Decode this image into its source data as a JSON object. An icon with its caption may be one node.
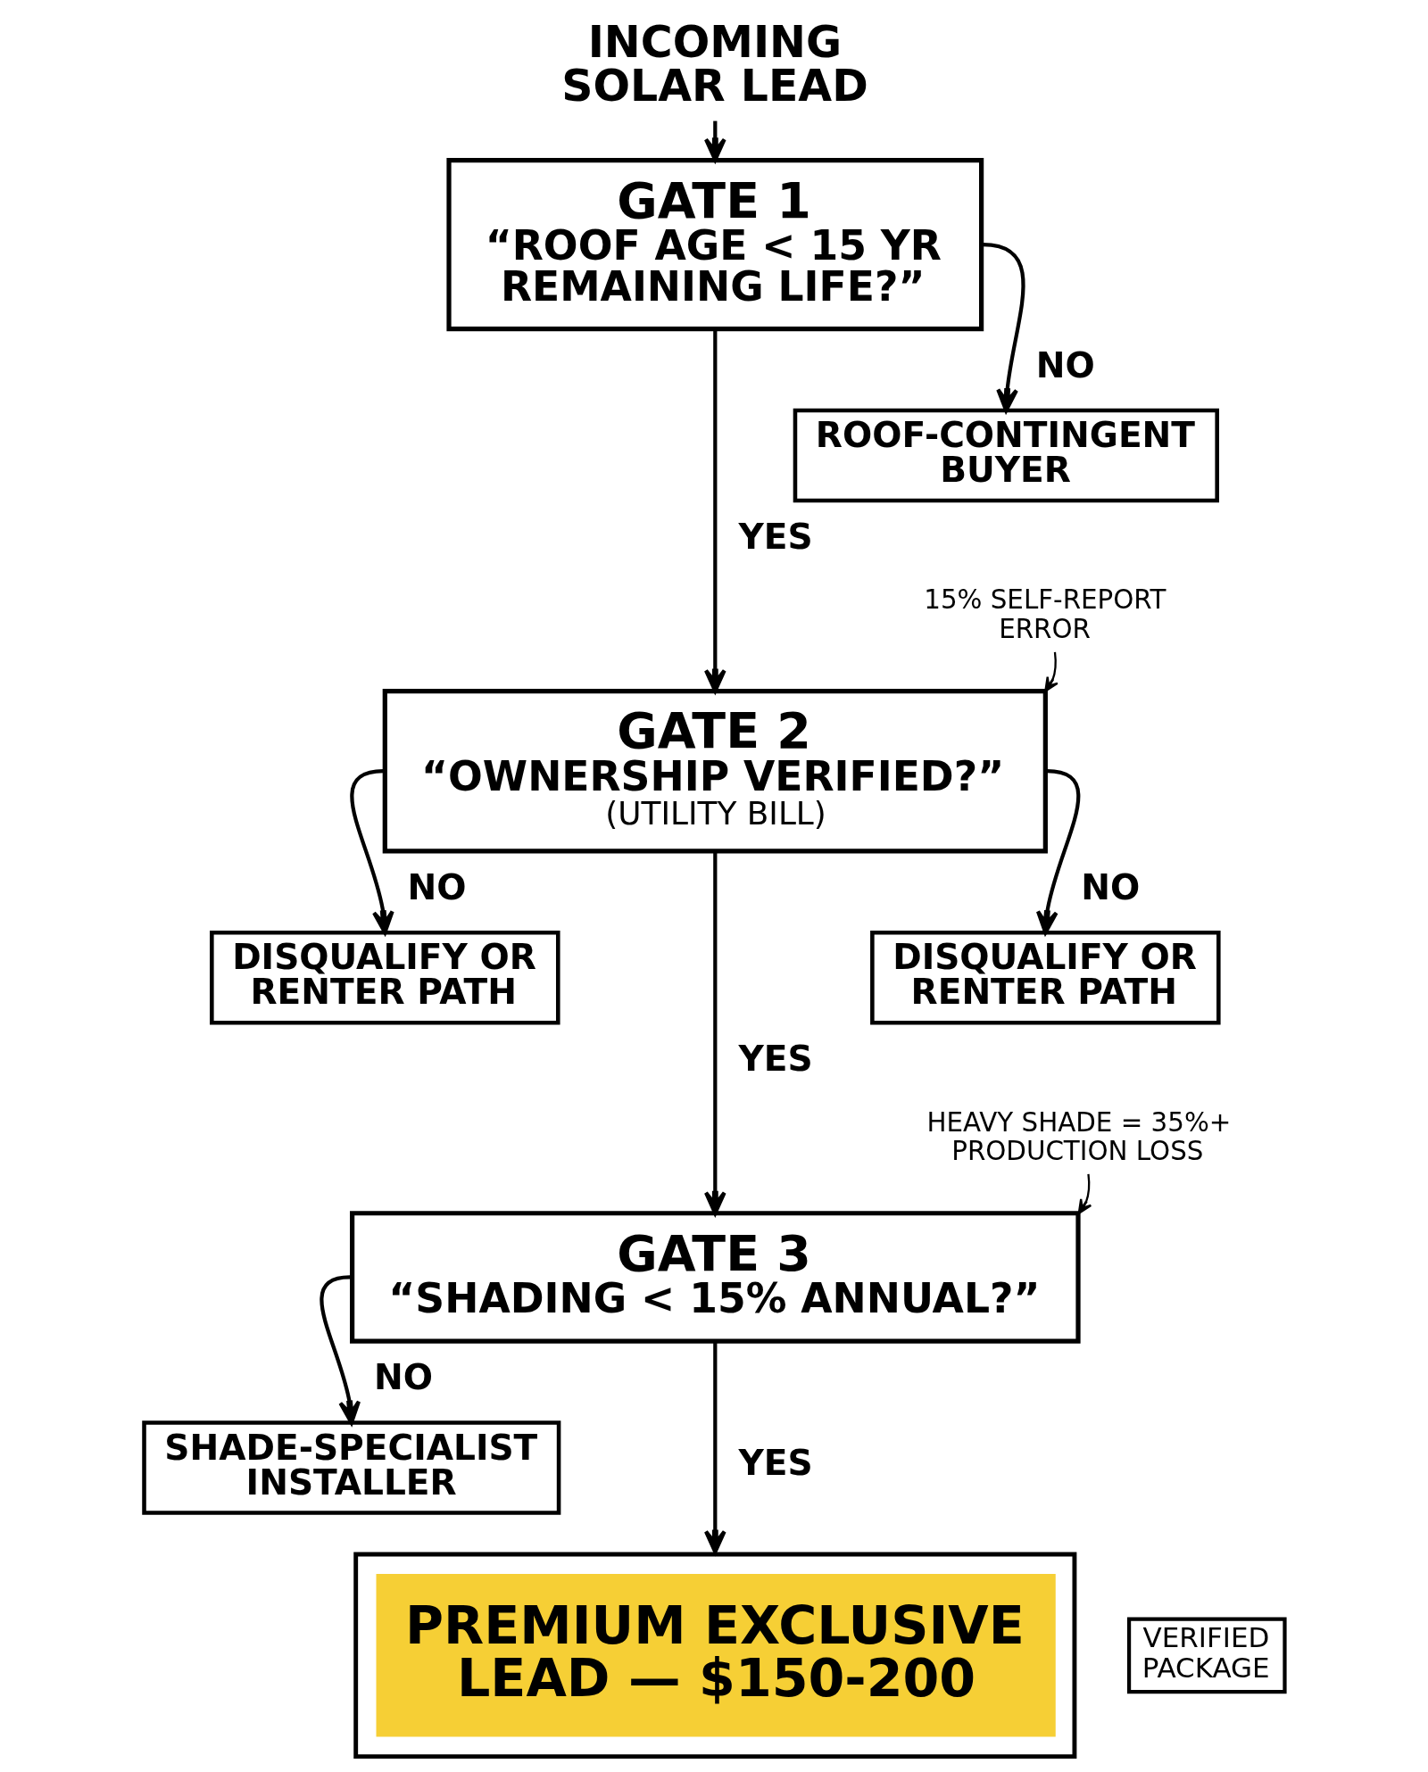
{
  "diagram": {
    "nodes": [
      {
        "text": [
          "INCOMING SOLAR LEAD"
        ]
      },
      {
        "text": [
          "GATE 1",
          "“ROOF AGE < 15 YR REMAINING LIFE?”"
        ]
      },
      {
        "text": [
          "ROOF-CONTINGENT BUYER"
        ]
      },
      {
        "text": [
          "15% SELF-REPORT ERROR"
        ]
      },
      {
        "text": [
          "GATE 2",
          "“OWNERSHIP VERIFIED?”",
          "(UTILITY BILL)"
        ]
      },
      {
        "text": [
          "DISQUALIFY OR RENTER PATH"
        ]
      },
      {
        "text": [
          "DISQUALIFY OR RENTER PATH"
        ]
      },
      {
        "text": [
          "HEAVY SHADE = 35%+ PRODUCTION LOSS"
        ]
      },
      {
        "text": [
          "GATE 3",
          "“SHADING < 15% ANNUAL?”"
        ]
      },
      {
        "text": [
          "SHADE-SPECIALIST INSTALLER"
        ]
      },
      {
        "text": [
          "PREMIUM EXCLUSIVE LEAD — $150-200"
        ]
      },
      {
        "text": [
          "VERIFIED PACKAGE"
        ]
      }
    ],
    "edges": [
      {
        "from": 0,
        "to": 1,
        "arrow": "to"
      },
      {
        "from": 1,
        "to": 2,
        "arrow": "to",
        "label": "NO"
      },
      {
        "from": 1,
        "to": 4,
        "arrow": "to",
        "label": "YES"
      },
      {
        "from": 3,
        "to": 4,
        "arrow": "to"
      },
      {
        "from": 4,
        "to": 5,
        "arrow": "to",
        "label": "NO"
      },
      {
        "from": 4,
        "to": 6,
        "arrow": "to",
        "label": "NO"
      },
      {
        "from": 4,
        "to": 8,
        "arrow": "to",
        "label": "YES"
      },
      {
        "from": 7,
        "to": 8,
        "arrow": "to"
      },
      {
        "from": 8,
        "to": 9,
        "arrow": "to",
        "label": "NO"
      },
      {
        "from": 8,
        "to": 10,
        "arrow": "to",
        "label": "YES"
      }
    ]
  }
}
